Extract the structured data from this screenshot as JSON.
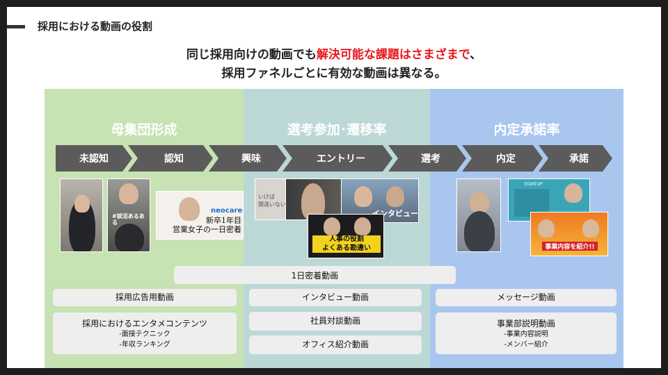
{
  "slide_title": "採用における動画の役割",
  "headline": {
    "line1_prefix": "同じ採用向けの動画でも",
    "line1_highlight": "解決可能な課題はさまざまで",
    "line1_suffix": "、",
    "line2": "採用ファネルごとに有効な動画は異なる。",
    "highlight_color": "#e8171e"
  },
  "phases": [
    "母集団形成",
    "選考参加･遷移率",
    "内定承諾率"
  ],
  "funnel_steps": [
    "未認知",
    "認知",
    "興味",
    "エントリー",
    "選考",
    "内定",
    "承諾"
  ],
  "thumbnails": {
    "t2": "#就活あるある",
    "t3_logo": "neocareer",
    "t3_caption": "新卒1年目\n営業女子の一日密着",
    "t4_caption": "いけば\n関違いない",
    "t5_caption": "インタビュー",
    "t6_caption": "人事の役割\nよくある勘違い",
    "t8_caption": "STARTUP",
    "t9_caption": "事業内容を紹介!!"
  },
  "span_bar": "1日密着動画",
  "column1": {
    "items": [
      {
        "label": "採用広告用動画",
        "subs": []
      },
      {
        "label": "採用におけるエンタメコンテンツ",
        "subs": [
          "-面接テクニック",
          "-年収ランキング"
        ]
      }
    ]
  },
  "column2": {
    "items": [
      {
        "label": "インタビュー動画",
        "subs": []
      },
      {
        "label": "社員対談動画",
        "subs": []
      },
      {
        "label": "オフィス紹介動画",
        "subs": []
      }
    ]
  },
  "column3": {
    "items": [
      {
        "label": "メッセージ動画",
        "subs": []
      },
      {
        "label": "事業部説明動画",
        "subs": [
          "-事業内容説明",
          "-メンバー紹介"
        ]
      }
    ]
  }
}
